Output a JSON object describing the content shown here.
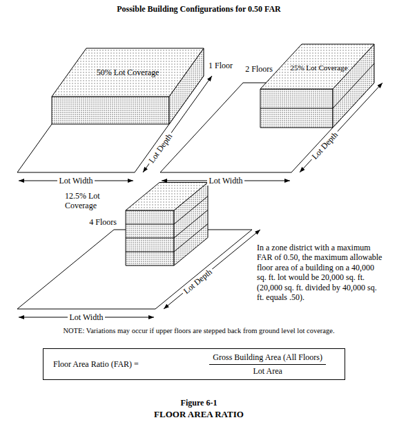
{
  "diagram": {
    "title": "Possible Building Configurations for 0.50 FAR",
    "caption": "Figure 6-1",
    "nodes": [
      {
        "text": [
          "Floor Area Ratio (FAR) =",
          "Gross Building Area (All Floors)",
          "Lot Area"
        ]
      }
    ],
    "labels": [
      "50% Lot Coverage",
      "1 Floor",
      "Lot Depth",
      "Lot Width",
      "25% Lot Coverage",
      "2 Floors",
      "Lot Depth",
      "Lot Width",
      "12.5% Lot Coverage",
      "4 Floors",
      "Lot Depth",
      "Lot Width",
      "In a zone district with a maximum FAR of 0.50, the maximum allowable floor area of a building on a 40,000 sq. ft. lot would be 20,000 sq. ft. (20,000 sq. ft. divided by 40,000 sq. ft. equals .50).",
      "NOTE: Variations may occur if upper floors are stepped back from ground level lot coverage.",
      "FLOOR AREA RATIO"
    ]
  }
}
